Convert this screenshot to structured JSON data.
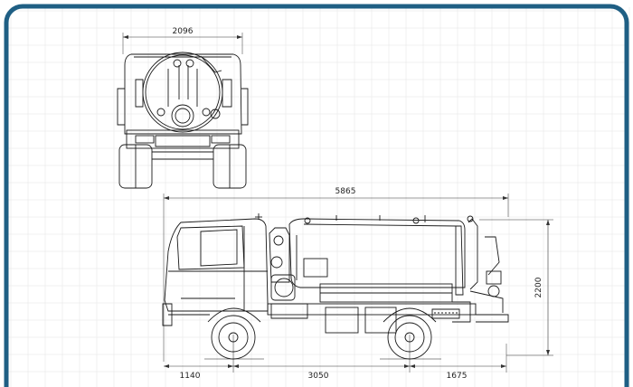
{
  "dimensions": {
    "front_width": "2096",
    "overall_length": "5865",
    "overall_height": "2200",
    "front_overhang": "1140",
    "wheelbase": "3050",
    "rear_overhang": "1675"
  },
  "colors": {
    "frame_border": "#1f5f84",
    "grid_line": "#e6e6e6",
    "drawing_line": "#1a1a1a",
    "dimension_line": "#333333"
  }
}
